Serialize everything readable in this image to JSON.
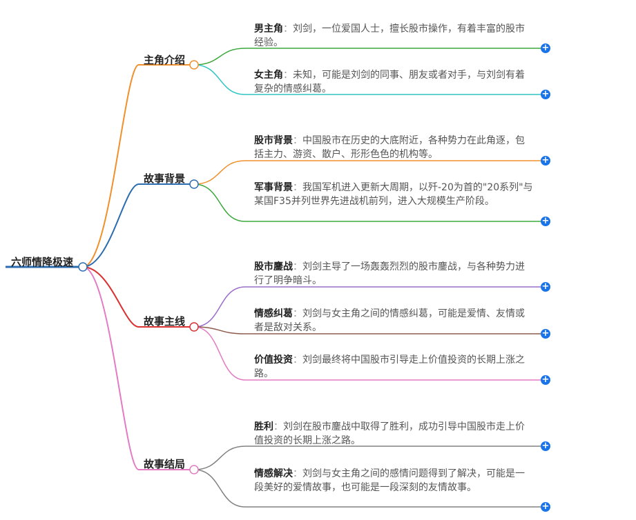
{
  "root": {
    "label": "六师情降极速"
  },
  "branches": [
    {
      "label": "主角介绍",
      "color": "#f0902c",
      "leaves": [
        {
          "key": "男主角",
          "text": "刘剑，一位爱国人士，擅长股市操作，有着丰富的股市经验。",
          "color": "#3aa83a"
        },
        {
          "key": "女主角",
          "text": "未知，可能是刘剑的同事、朋友或者对手，与刘剑有着复杂的情感纠葛。",
          "color": "#2ec4c4"
        }
      ]
    },
    {
      "label": "故事背景",
      "color": "#2b6cb0",
      "leaves": [
        {
          "key": "股市背景",
          "text": "中国股市在历史的大底附近，各种势力在此角逐，包括主力、游资、散户、形形色色的机构等。",
          "color": "#f0902c"
        },
        {
          "key": "军事背景",
          "text": "我国军机进入更新大周期，以歼-20为首的\"20系列\"与某国F35并列世界先进战机前列，进入大规模生产阶段。",
          "color": "#3aa83a"
        }
      ]
    },
    {
      "label": "故事主线",
      "color": "#d93030",
      "leaves": [
        {
          "key": "股市鏖战",
          "text": "刘剑主导了一场轰轰烈烈的股市鏖战，与各种势力进行了明争暗斗。",
          "color": "#9b6cc9"
        },
        {
          "key": "情感纠葛",
          "text": "刘剑与女主角之间的情感纠葛，可能是爱情、友情或者是敌对关系。",
          "color": "#8b5a4a"
        },
        {
          "key": "价值投资",
          "text": "刘剑最终将中国股市引导走上价值投资的长期上涨之路。",
          "color": "#e37bc4"
        }
      ]
    },
    {
      "label": "故事结局",
      "color": "#e37bc4",
      "leaves": [
        {
          "key": "胜利",
          "text": "刘剑在股市鏖战中取得了胜利，成功引导中国股市走上价值投资的长期上涨之路。",
          "color": "#808080"
        },
        {
          "key": "情感解决",
          "text": "刘剑与女主角之间的感情问题得到了解决，可能是一段美好的爱情故事，也可能是一段深刻的友情故事。",
          "color": "#808080"
        }
      ]
    }
  ],
  "root_color": "#2b6cb0",
  "expand_icon": "plus-circle-icon"
}
